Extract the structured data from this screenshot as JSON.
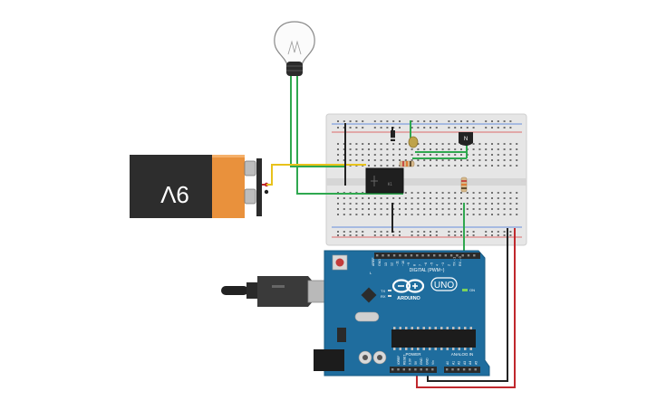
{
  "battery": {
    "label": "9V"
  },
  "arduino": {
    "brand": "ARDUINO",
    "model": "UNO",
    "digital_header": "DIGITAL (PWM~)",
    "power_header": "POWER",
    "analog_header": "ANALOG IN",
    "aref": "AREF",
    "gnd": "GND",
    "tx": "TX",
    "rx": "RX",
    "on": "ON",
    "l": "L",
    "digital_pins": [
      "13",
      "12",
      "~11",
      "~10",
      "~9",
      "8",
      "7",
      "~6",
      "~5",
      "4",
      "~3",
      "2",
      "TX→1",
      "RX←0"
    ],
    "power_pins": [
      "IOREF",
      "RESET",
      "3.3V",
      "5V",
      "GND",
      "GND",
      "Vin"
    ],
    "analog_pins": [
      "A0",
      "A1",
      "A2",
      "A3",
      "A4",
      "A5"
    ]
  },
  "transistor": {
    "label": "N"
  },
  "colors": {
    "wire_green": "#2fa84f",
    "wire_yellow": "#e8c21c",
    "wire_red": "#c0282d",
    "wire_black": "#222222",
    "board_blue": "#1f6d9e",
    "breadboard": "#e6e6e6",
    "battery_orange": "#e9913c",
    "battery_dark": "#2d2d2d"
  }
}
